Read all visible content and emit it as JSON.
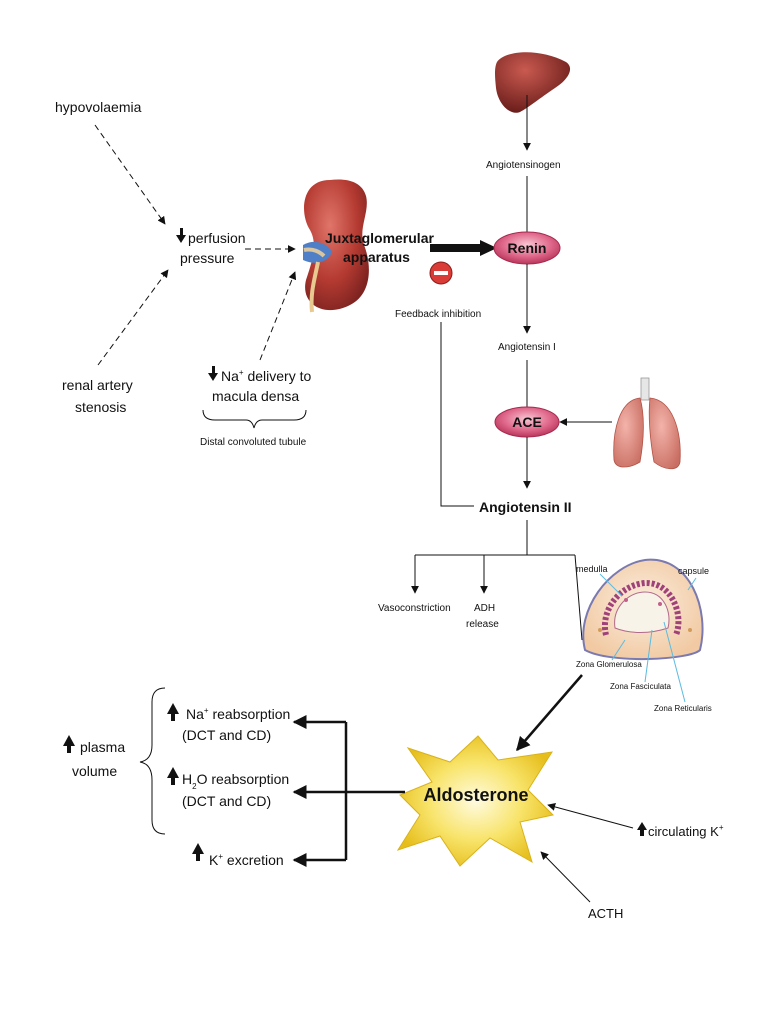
{
  "labels": {
    "hypovolaemia": "hypovolaemia",
    "perfusion_1": "perfusion",
    "perfusion_2": "pressure",
    "renal_1": "renal artery",
    "renal_2": "stenosis",
    "na_delivery_1": "Na",
    "na_delivery_sup": "+",
    "na_delivery_2": " delivery to",
    "na_delivery_3": "macula densa",
    "dct": "Distal convoluted tubule",
    "jga_1": "Juxtaglomerular",
    "jga_2": "apparatus",
    "feedback": "Feedback inhibition",
    "angiotensinogen": "Angiotensinogen",
    "renin": "Renin",
    "angiotensin_1": "Angiotensin I",
    "ace": "ACE",
    "angiotensin_2": "Angiotensin II",
    "vasoconstriction": "Vasoconstriction",
    "adh_1": "ADH",
    "adh_2": "release",
    "medulla": "medulla",
    "capsule": "capsule",
    "zona_glomerulosa": "Zona Glomerulosa",
    "zona_fasciculata": "Zona Fasciculata",
    "zona_reticularis": "Zona Reticularis",
    "aldosterone": "Aldosterone",
    "circulating_k": "circulating K",
    "circulating_k_sup": "+",
    "acth": "ACTH",
    "plasma_1": "plasma",
    "plasma_2": "volume",
    "na_reabs_1": "Na",
    "na_reabs_sup": "+",
    "na_reabs_2": " reabsorption",
    "na_reabs_3": "(DCT and CD)",
    "h2o_1": "H",
    "h2o_sub": "2",
    "h2o_2": "O reabsorption",
    "h2o_3": "(DCT and CD)",
    "k_exc_1": "K",
    "k_exc_sup": "+",
    "k_exc_2": " excretion"
  },
  "icons": {
    "liver": "liver-icon",
    "kidney": "kidney-icon",
    "lungs": "lungs-icon",
    "adrenal": "adrenal-cortex-icon",
    "inhibit": "no-entry-icon",
    "up_arrow": "up-arrow-icon",
    "down_arrow": "down-arrow-icon"
  },
  "colors": {
    "organ_red": "#a7332c",
    "node_pink": "#d9577a",
    "aldosterone_yellow": "#f6dd3c",
    "inhibit_red": "#d93b36"
  }
}
